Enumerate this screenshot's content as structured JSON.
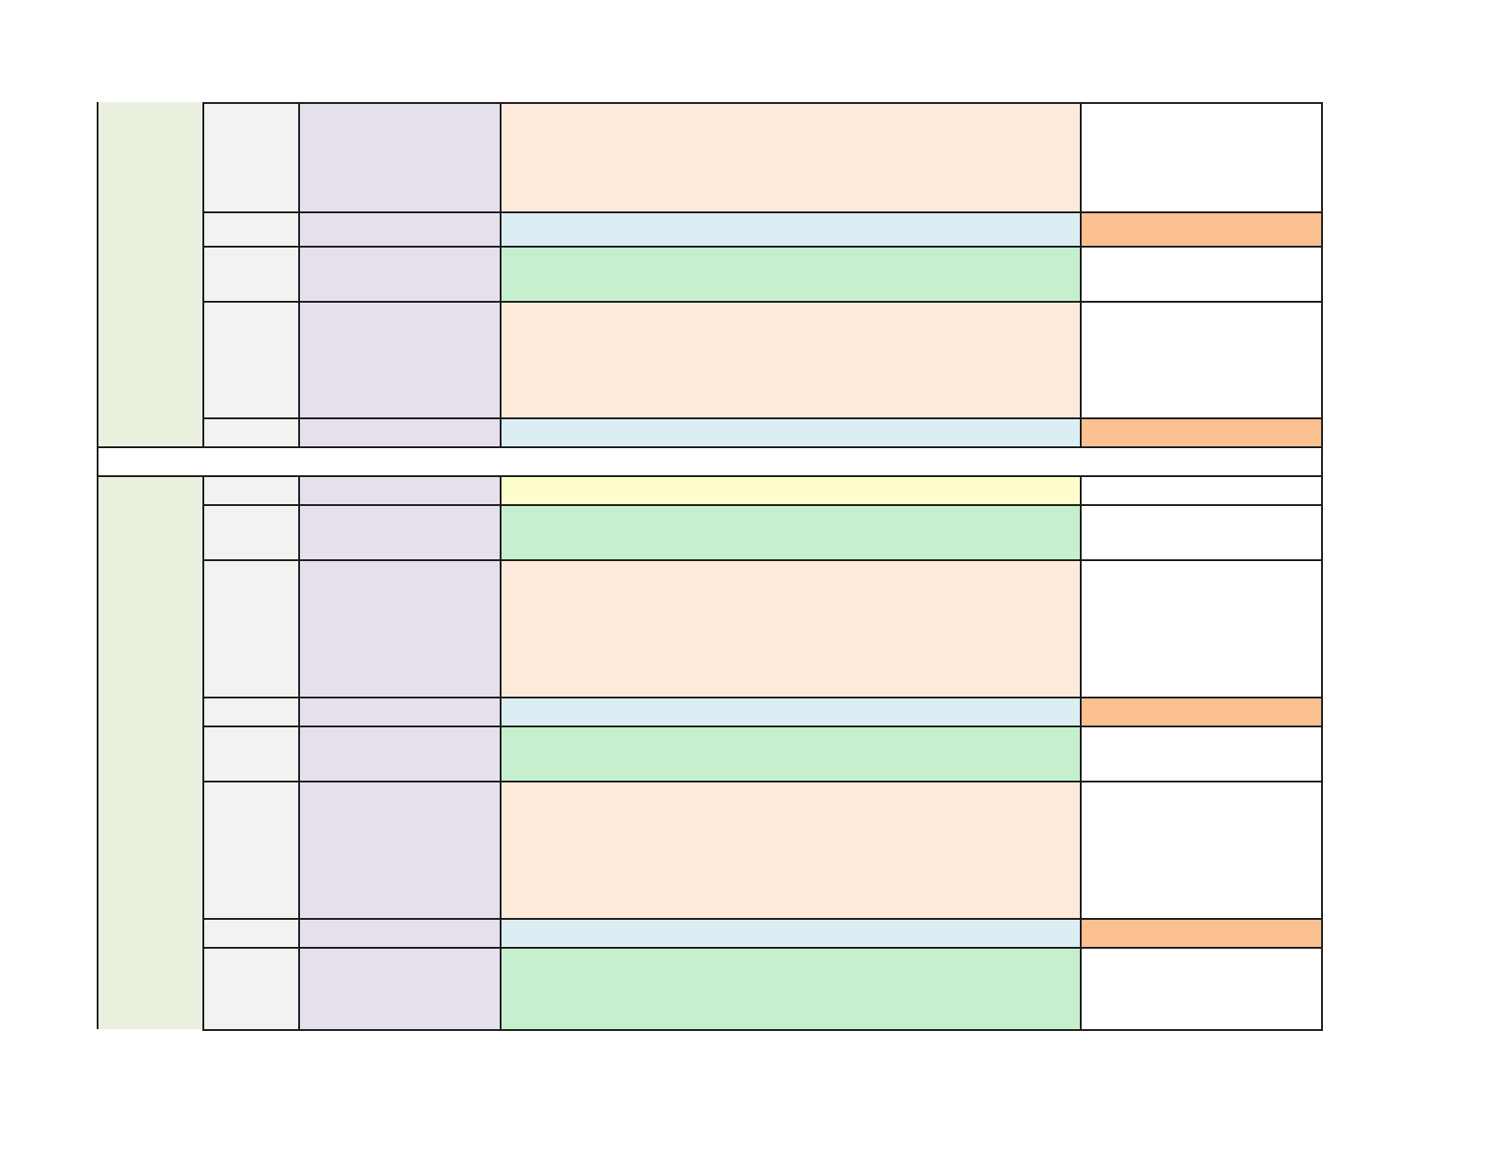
{
  "colors": {
    "section": "#ebf1df",
    "col_a": "#f2f2f2",
    "col_b": "#e6e0ec",
    "peach": "#fdeadb",
    "blue": "#dbeef4",
    "green": "#c6efce",
    "yellow": "#fefecc",
    "orange": "#fac090",
    "white": "#ffffff",
    "grid": "#1a1a1a"
  },
  "sections": [
    {
      "rows": [
        {
          "fill": "peach",
          "end": "white"
        },
        {
          "fill": "blue",
          "end": "orange"
        },
        {
          "fill": "green",
          "end": "white"
        },
        {
          "fill": "peach",
          "end": "white"
        },
        {
          "fill": "blue",
          "end": "orange"
        }
      ]
    },
    {
      "rows": [
        {
          "fill": "yellow",
          "end": "white"
        },
        {
          "fill": "green",
          "end": "white"
        },
        {
          "fill": "peach",
          "end": "white"
        },
        {
          "fill": "blue",
          "end": "orange"
        },
        {
          "fill": "green",
          "end": "white"
        },
        {
          "fill": "peach",
          "end": "white"
        },
        {
          "fill": "blue",
          "end": "orange"
        },
        {
          "fill": "green",
          "end": "white"
        }
      ]
    }
  ]
}
